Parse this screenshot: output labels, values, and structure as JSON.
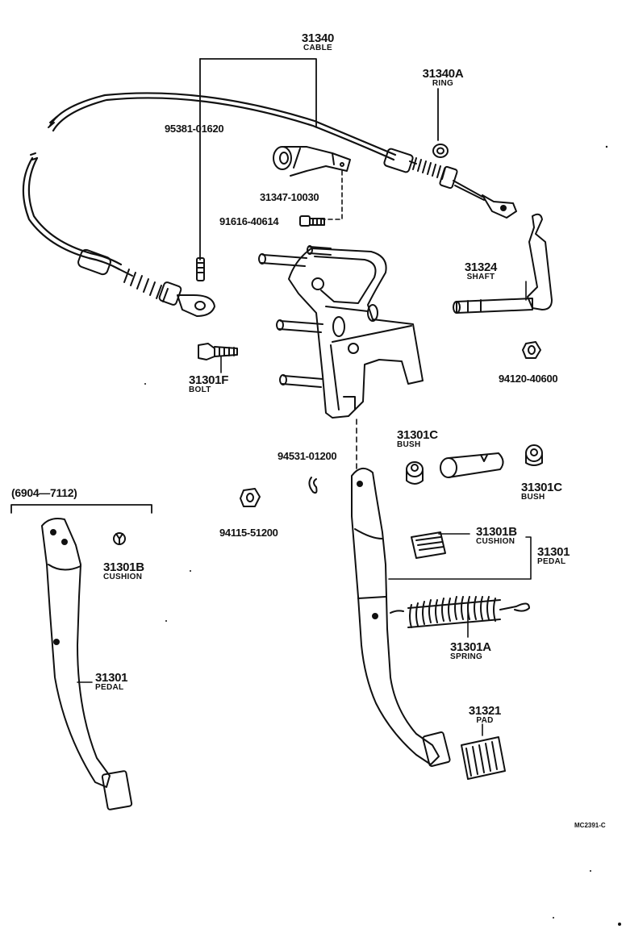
{
  "diagram": {
    "drawing_code": "MC2391-C",
    "date_range": "(6904—7112)",
    "callouts": {
      "cable": {
        "number": "31340",
        "name": "CABLE"
      },
      "ring": {
        "number": "31340A",
        "name": "RING"
      },
      "bolt_upper": {
        "number": "95381-01620"
      },
      "bracket": {
        "number": "31347-10030"
      },
      "screw": {
        "number": "91616-40614"
      },
      "shaft": {
        "number": "31324",
        "name": "SHAFT"
      },
      "nut": {
        "number": "94120-40600"
      },
      "bolt": {
        "number": "31301F",
        "name": "BOLT"
      },
      "bush_left": {
        "number": "31301C",
        "name": "BUSH"
      },
      "bush_right": {
        "number": "31301C",
        "name": "BUSH"
      },
      "clip": {
        "number": "94531-01200"
      },
      "nut_pedal": {
        "number": "94115-51200"
      },
      "cushion_right": {
        "number": "31301B",
        "name": "CUSHION"
      },
      "pedal_right": {
        "number": "31301",
        "name": "PEDAL"
      },
      "cushion_left": {
        "number": "31301B",
        "name": "CUSHION"
      },
      "spring": {
        "number": "31301A",
        "name": "SPRING"
      },
      "pedal_left": {
        "number": "31301",
        "name": "PEDAL"
      },
      "pad": {
        "number": "31321",
        "name": "PAD"
      }
    }
  }
}
